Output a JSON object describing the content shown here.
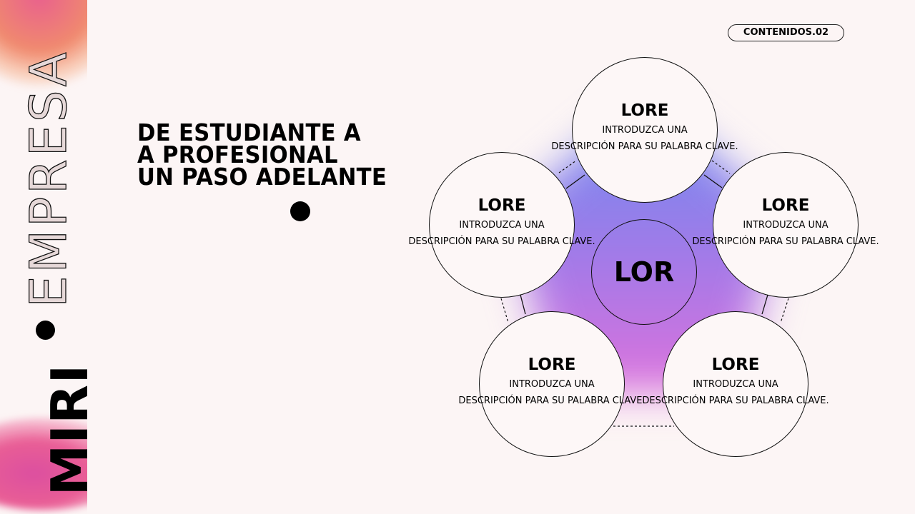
{
  "sidebar": {
    "brand_outline": "EMPRESA",
    "brand_bold": "MIRI"
  },
  "header": {
    "badge": "CONTENIDOS.02"
  },
  "headline": {
    "lines": [
      "DE ESTUDIANTE A",
      "A PROFESIONAL",
      "UN PASO ADELANTE"
    ]
  },
  "diagram": {
    "center": {
      "title": "LOR"
    },
    "nodes": [
      {
        "title": "LORE",
        "line1": "INTRODUZCA UNA",
        "line2": "DESCRIPCIÓN PARA SU PALABRA CLAVE."
      },
      {
        "title": "LORE",
        "line1": "INTRODUZCA UNA",
        "line2": "DESCRIPCIÓN PARA SU PALABRA CLAVE."
      },
      {
        "title": "LORE",
        "line1": "INTRODUZCA UNA",
        "line2": "DESCRIPCIÓN PARA SU PALABRA CLAVE."
      },
      {
        "title": "LORE",
        "line1": "INTRODUZCA UNA",
        "line2": "DESCRIPCIÓN PARA SU PALABRA CLAVE."
      },
      {
        "title": "LORE",
        "line1": "INTRODUZCA UNA",
        "line2": "DESCRIPCIÓN PARA SU PALABRA CLAVE."
      }
    ],
    "colors": {
      "top": "#6f86ee",
      "middle": "#a57be8",
      "bottom": "#d66ee0"
    }
  }
}
